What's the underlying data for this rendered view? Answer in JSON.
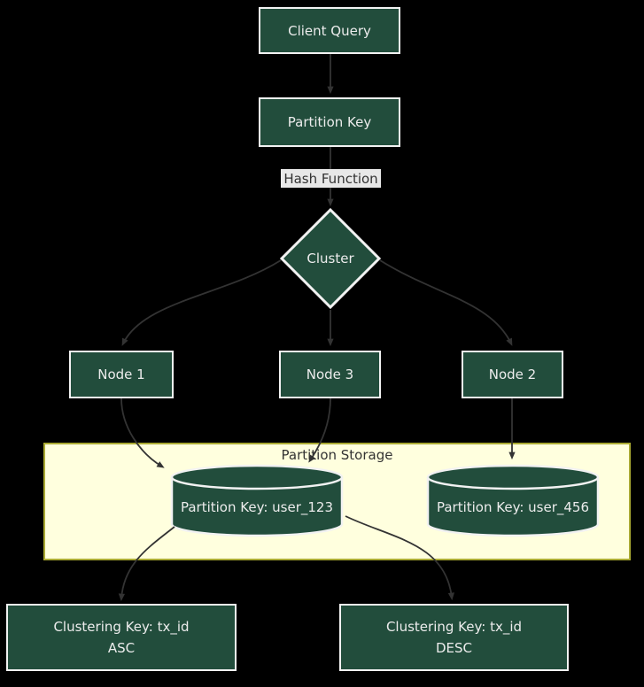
{
  "diagram": {
    "type": "flowchart",
    "theme": {
      "background": "#000000",
      "node_fill": "#224d3c",
      "node_border": "#f2f2f2",
      "node_text": "#ececec",
      "edge_color": "#333333",
      "edge_label_bg": "#e8e8e8",
      "edge_label_text": "#333333",
      "cluster_fill": "#ffffde",
      "cluster_border": "#aaaa33"
    },
    "nodes": {
      "client_query": {
        "label": "Client Query",
        "shape": "rect"
      },
      "partition_key": {
        "label": "Partition Key",
        "shape": "rect"
      },
      "cluster": {
        "label": "Cluster",
        "shape": "diamond"
      },
      "node1": {
        "label": "Node 1",
        "shape": "rect"
      },
      "node3": {
        "label": "Node 3",
        "shape": "rect"
      },
      "node2": {
        "label": "Node 2",
        "shape": "rect"
      },
      "partition_user_123": {
        "label": "Partition Key: user_123",
        "shape": "cylinder"
      },
      "partition_user_456": {
        "label": "Partition Key: user_456",
        "shape": "cylinder"
      },
      "clustering_asc": {
        "lines": [
          "Clustering Key: tx_id",
          "ASC"
        ],
        "shape": "rect"
      },
      "clustering_desc": {
        "lines": [
          "Clustering Key: tx_id",
          "DESC"
        ],
        "shape": "rect"
      }
    },
    "subgraph": {
      "title": "Partition Storage"
    },
    "edges": [
      {
        "from": "Client Query",
        "to": "Partition Key"
      },
      {
        "from": "Partition Key",
        "to": "Cluster",
        "label": "Hash Function"
      },
      {
        "from": "Cluster",
        "to": "Node 1"
      },
      {
        "from": "Cluster",
        "to": "Node 3"
      },
      {
        "from": "Cluster",
        "to": "Node 2"
      },
      {
        "from": "Node 1",
        "to": "Partition Key: user_123"
      },
      {
        "from": "Node 3",
        "to": "Partition Key: user_123"
      },
      {
        "from": "Node 2",
        "to": "Partition Key: user_456"
      },
      {
        "from": "Partition Key: user_123",
        "to": "Clustering Key: tx_id ASC"
      },
      {
        "from": "Partition Key: user_123",
        "to": "Clustering Key: tx_id DESC"
      }
    ]
  }
}
